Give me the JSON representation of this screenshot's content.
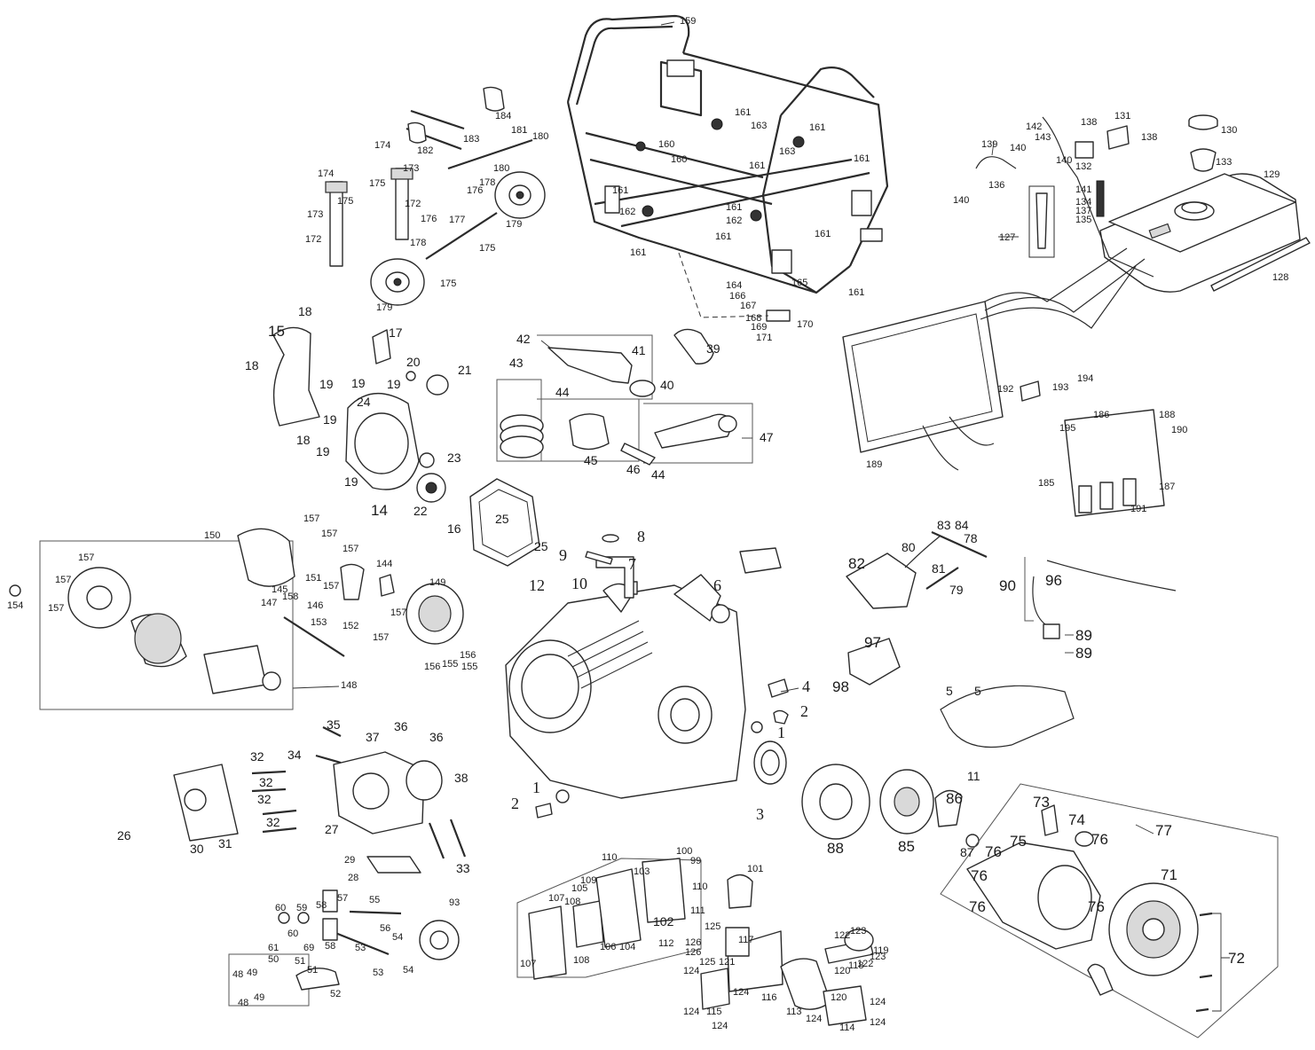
{
  "diagram": {
    "kind": "exploded-parts-diagram",
    "subject": "portable generator",
    "callouts": {
      "frame_159": "159",
      "frame_160a": "160",
      "frame_160b": "160",
      "frame_161a": "161",
      "frame_161b": "161",
      "frame_161c": "161",
      "frame_161d": "161",
      "frame_161e": "161",
      "frame_161f": "161",
      "frame_161g": "161",
      "frame_161h": "161",
      "frame_161i": "161",
      "frame_162a": "162",
      "frame_162b": "162",
      "frame_163a": "163",
      "frame_163b": "163",
      "frame_164": "164",
      "frame_165": "165",
      "frame_166": "166",
      "frame_167": "167",
      "frame_168": "168",
      "frame_169": "169",
      "frame_170": "170",
      "frame_171": "171",
      "wheel_172a": "172",
      "wheel_172b": "172",
      "wheel_173a": "173",
      "wheel_173b": "173",
      "wheel_174a": "174",
      "wheel_174b": "174",
      "wheel_175a": "175",
      "wheel_175b": "175",
      "wheel_175c": "175",
      "wheel_175d": "175",
      "wheel_176a": "176",
      "wheel_176b": "176",
      "wheel_177": "177",
      "wheel_178a": "178",
      "wheel_178b": "178",
      "wheel_179a": "179",
      "wheel_179b": "179",
      "wheel_180a": "180",
      "wheel_180b": "180",
      "wheel_181": "181",
      "wheel_182": "182",
      "wheel_183": "183",
      "wheel_184": "184",
      "tank_128": "128",
      "tank_129": "129",
      "tank_130": "130",
      "tank_131": "131",
      "tank_132": "132",
      "tank_133": "133",
      "tank_134": "134",
      "tank_135": "135",
      "tank_136": "136",
      "tank_137": "137",
      "tank_138a": "138",
      "tank_138b": "138",
      "tank_139": "139",
      "tank_140a": "140",
      "tank_140b": "140",
      "tank_140c": "140",
      "tank_141": "141",
      "tank_142": "142",
      "tank_143": "143",
      "tank_127": "127",
      "fan_14": "14",
      "fan_15": "15",
      "fan_17": "17",
      "fan_18a": "18",
      "fan_18b": "18",
      "fan_18c": "18",
      "fan_19a": "19",
      "fan_19b": "19",
      "fan_19c": "19",
      "fan_19d": "19",
      "fan_19e": "19",
      "fan_19f": "19",
      "fan_20": "20",
      "fan_21": "21",
      "fan_22": "22",
      "fan_23": "23",
      "fan_24": "24",
      "crank_39": "39",
      "crank_40": "40",
      "crank_41": "41",
      "crank_42": "42",
      "crank_43": "43",
      "crank_44a": "44",
      "crank_44b": "44",
      "crank_45": "45",
      "crank_46": "46",
      "crank_47": "47",
      "panel_185": "185",
      "panel_186": "186",
      "panel_187": "187",
      "panel_188": "188",
      "panel_189": "189",
      "panel_190": "190",
      "panel_191": "191",
      "panel_192": "192",
      "panel_193": "193",
      "panel_194": "194",
      "panel_195": "195",
      "gasket_16": "16",
      "gasket_25a": "25",
      "gasket_25b": "25",
      "alt_144": "144",
      "alt_145": "145",
      "alt_146": "146",
      "alt_147": "147",
      "alt_148": "148",
      "alt_149": "149",
      "alt_150": "150",
      "alt_151": "151",
      "alt_152": "152",
      "alt_153": "153",
      "alt_154": "154",
      "alt_155": "155",
      "alt_156": "156",
      "alt_157a": "157",
      "alt_157b": "157",
      "alt_157c": "157",
      "alt_157d": "157",
      "alt_157e": "157",
      "alt_157f": "157",
      "alt_157g": "157",
      "alt_157h": "157",
      "alt_158": "158",
      "alt_186b": "156",
      "eng_1a": "1",
      "eng_1b": "1",
      "eng_2a": "2",
      "eng_2b": "2",
      "eng_3": "3",
      "eng_4": "4",
      "eng_5a": "5",
      "eng_5b": "5",
      "eng_6": "6",
      "eng_7": "7",
      "eng_8": "8",
      "eng_9": "9",
      "eng_10": "10",
      "eng_11": "11",
      "eng_12": "12",
      "gov_78": "78",
      "gov_79": "79",
      "gov_80": "80",
      "gov_81": "81",
      "gov_82": "82",
      "gov_83": "83",
      "gov_84": "84",
      "ign_89a": "89",
      "ign_89b": "89",
      "ign_90": "90",
      "ign_96": "96",
      "ign_97": "97",
      "ign_98": "98",
      "head_26": "26",
      "head_27": "27",
      "head_28": "28",
      "head_29": "29",
      "head_30": "30",
      "head_31": "31",
      "head_32a": "32",
      "head_32b": "32",
      "head_32c": "32",
      "head_33": "33",
      "head_34": "34",
      "head_35": "35",
      "head_36a": "36",
      "head_36b": "36",
      "head_37": "37",
      "head_38": "38",
      "fly_85": "85",
      "fly_86": "86",
      "fly_87": "87",
      "fly_88": "88",
      "start_71": "71",
      "start_72": "72",
      "start_73": "73",
      "start_74": "74",
      "start_75": "75",
      "start_76a": "76",
      "start_76b": "76",
      "start_76c": "76",
      "start_76d": "76",
      "start_76e": "76",
      "start_77": "77",
      "valve_48a": "48",
      "valve_48b": "48",
      "valve_49a": "49",
      "valve_49b": "49",
      "valve_50": "50",
      "valve_51a": "51",
      "valve_51b": "51",
      "valve_52": "52",
      "valve_53a": "53",
      "valve_53b": "53",
      "valve_54a": "54",
      "valve_54b": "54",
      "valve_55": "55",
      "valve_56": "56",
      "valve_57": "57",
      "valve_58a": "58",
      "valve_58b": "58",
      "valve_59": "59",
      "valve_60a": "60",
      "valve_60b": "60",
      "valve_61": "61",
      "valve_69": "69",
      "valve_93": "93",
      "air_99": "99",
      "air_100": "100",
      "air_101": "101",
      "air_102": "102",
      "air_103": "103",
      "air_104": "104",
      "air_105": "105",
      "air_106": "106",
      "air_107a": "107",
      "air_107b": "107",
      "air_108a": "108",
      "air_108b": "108",
      "air_109": "109",
      "air_110a": "110",
      "air_110b": "110",
      "air_111": "111",
      "air_112": "112",
      "muf_113": "113",
      "muf_114": "114",
      "muf_115": "115",
      "muf_116": "116",
      "muf_117": "117",
      "muf_118": "118",
      "muf_119": "119",
      "muf_120a": "120",
      "muf_120b": "120",
      "muf_121": "121",
      "muf_122a": "122",
      "muf_122b": "122",
      "muf_123a": "123",
      "muf_123b": "123",
      "muf_124a": "124",
      "muf_124b": "124",
      "muf_124c": "124",
      "muf_124d": "124",
      "muf_124e": "124",
      "muf_124f": "124",
      "muf_124g": "124",
      "muf_125a": "125",
      "muf_125b": "125",
      "muf_126a": "126",
      "muf_126b": "126"
    }
  }
}
